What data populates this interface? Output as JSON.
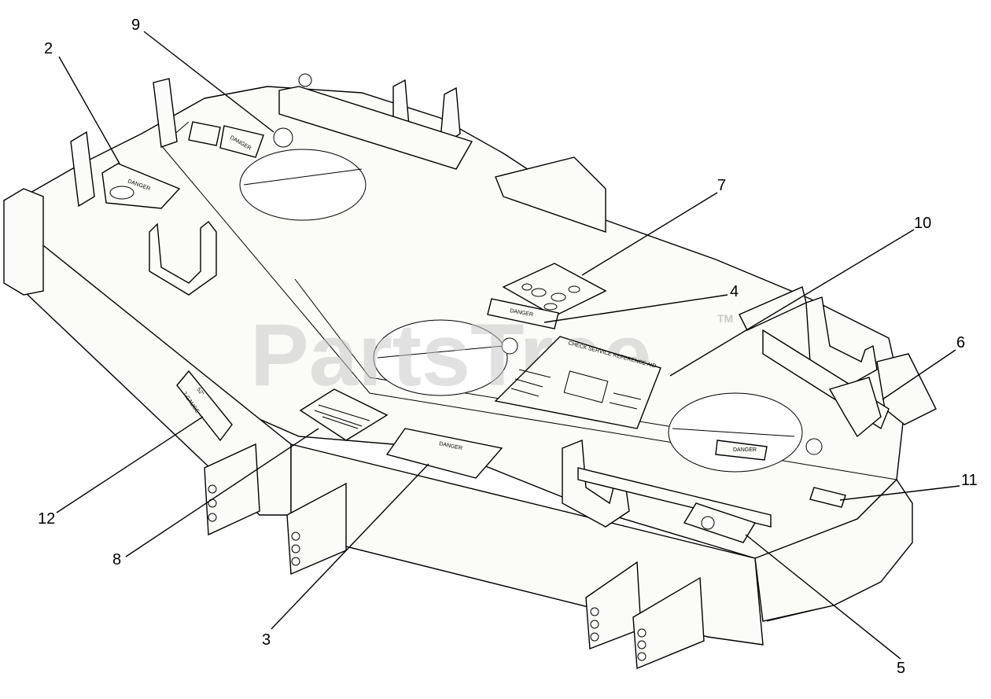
{
  "watermark": {
    "text": "PartsTree",
    "tm": "TM"
  },
  "decals": {
    "danger_2": "DANGER",
    "danger_9": "DANGER",
    "danger_3": "DANGER",
    "danger_4": "DANGER",
    "danger_right": "DANGER",
    "check_service": "CHECK SERVICE REFERENCE AID",
    "deck_size": "52\"",
    "deck_gauge": "7-GAUGE"
  },
  "callouts": [
    {
      "id": "c2",
      "label": "2"
    },
    {
      "id": "c9",
      "label": "9"
    },
    {
      "id": "c7",
      "label": "7"
    },
    {
      "id": "c10",
      "label": "10"
    },
    {
      "id": "c4",
      "label": "4"
    },
    {
      "id": "c6",
      "label": "6"
    },
    {
      "id": "c11",
      "label": "11"
    },
    {
      "id": "c12",
      "label": "12"
    },
    {
      "id": "c8",
      "label": "8"
    },
    {
      "id": "c3",
      "label": "3"
    },
    {
      "id": "c5",
      "label": "5"
    }
  ]
}
